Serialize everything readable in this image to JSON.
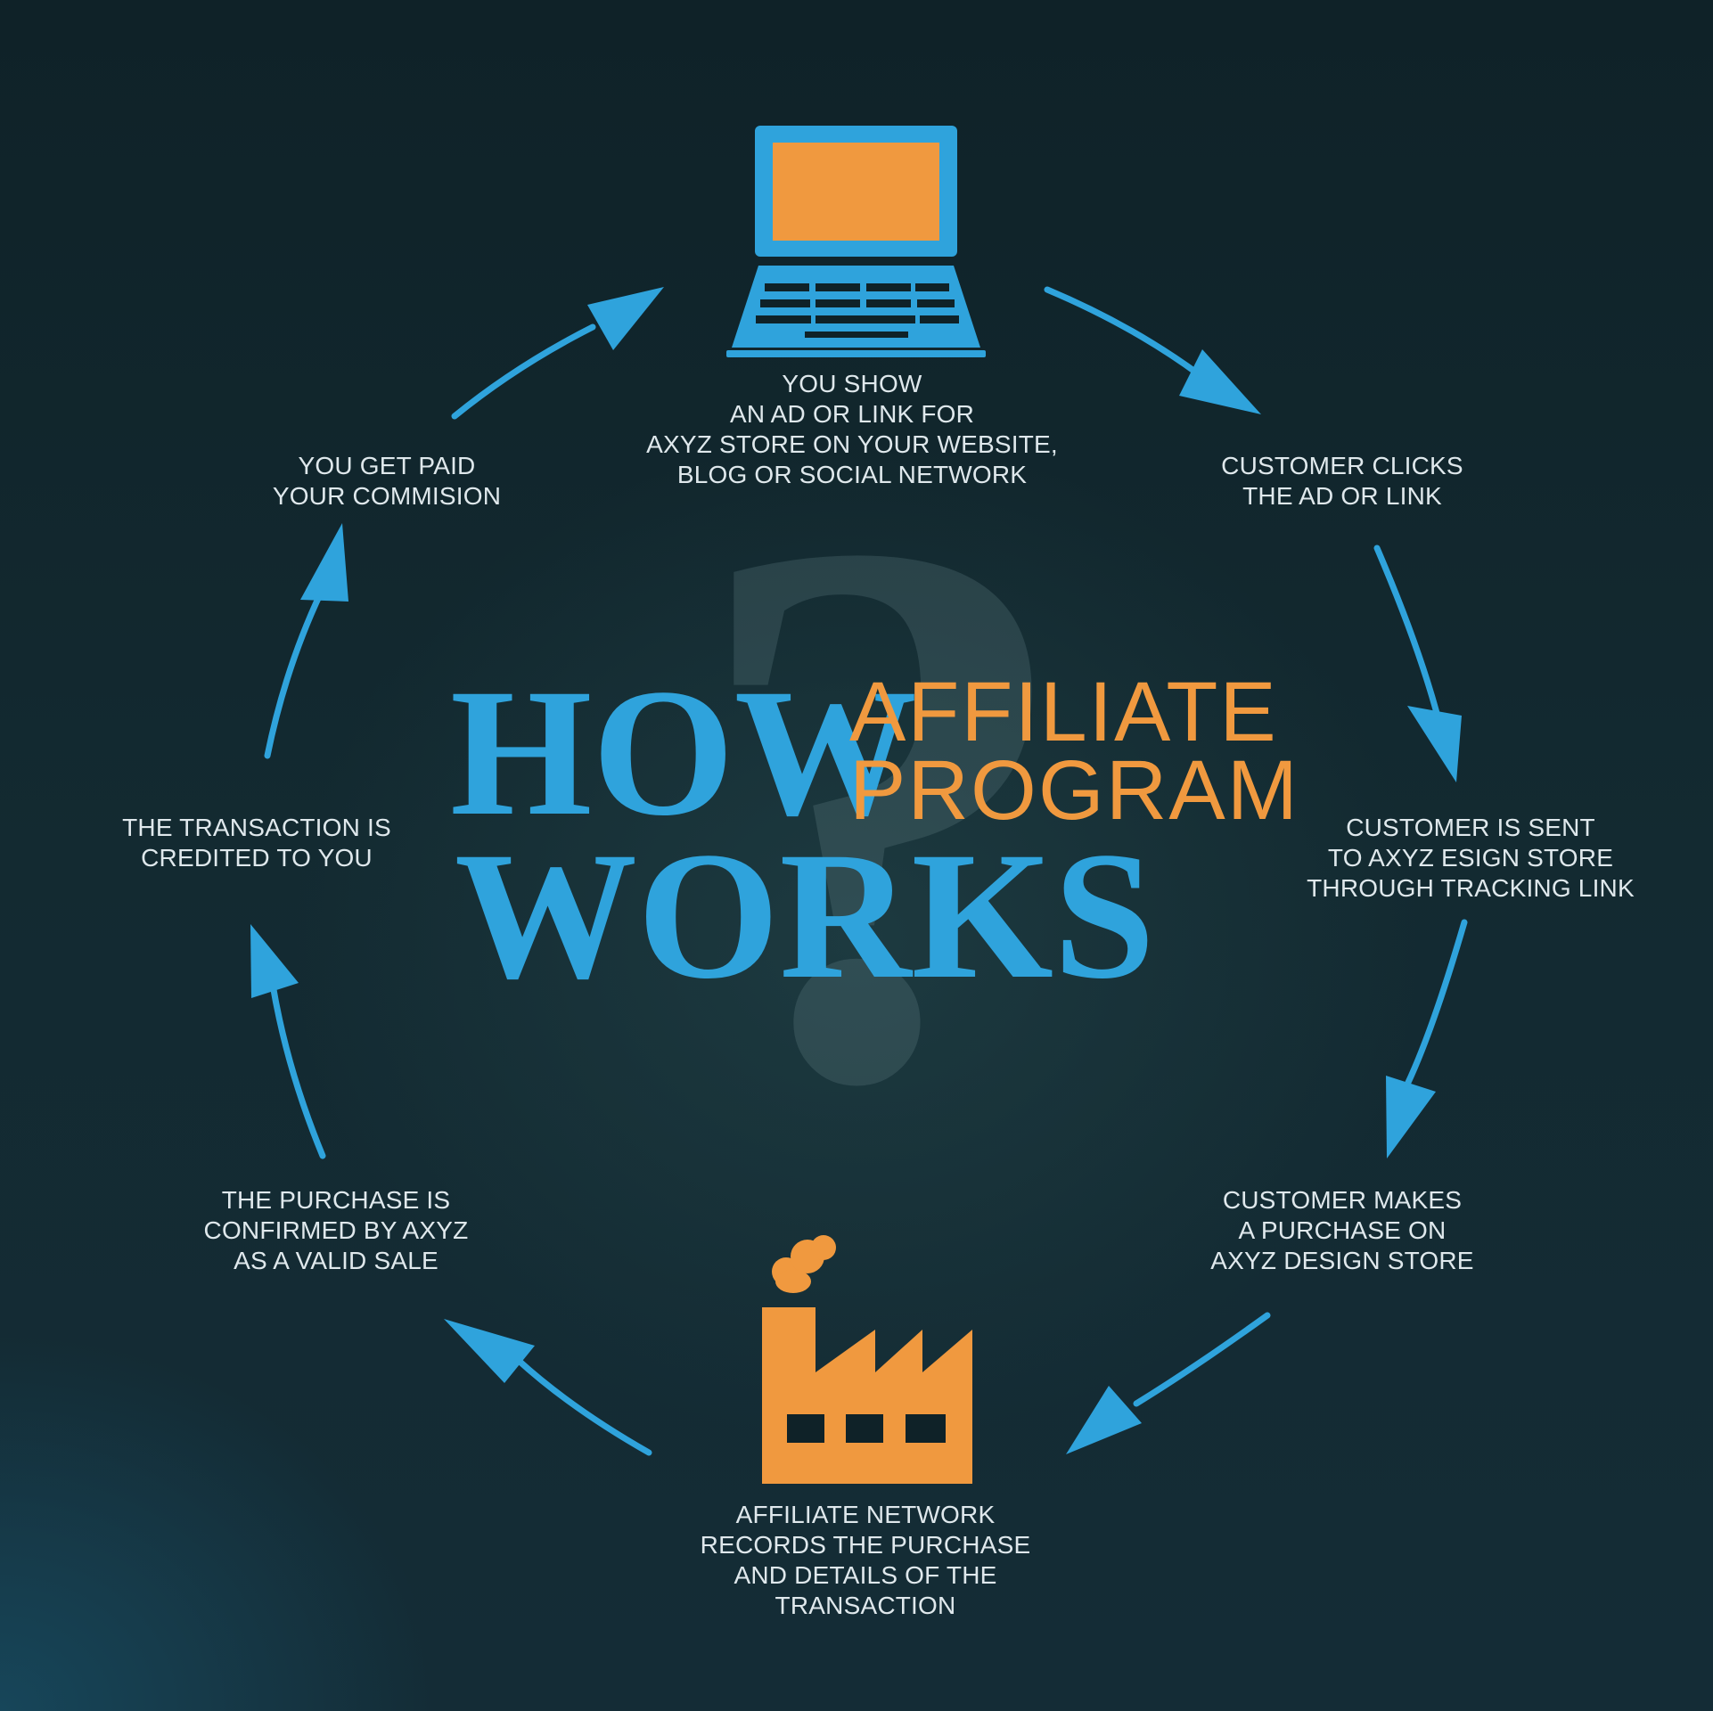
{
  "title": {
    "line1": "HOW",
    "line2": "WORKS",
    "accent1": "AFFILIATE",
    "accent2": "PROGRAM",
    "watermark": "?"
  },
  "steps": {
    "show_ad": "YOU SHOW\nAN AD OR LINK FOR\nAXYZ STORE ON YOUR WEBSITE,\nBLOG OR SOCIAL NETWORK",
    "customer_clicks": "CUSTOMER CLICKS\nTHE AD OR LINK",
    "customer_sent": "CUSTOMER IS SENT\nTO AXYZ ESIGN STORE\nTHROUGH TRACKING LINK",
    "customer_purchase": "CUSTOMER MAKES\nA PURCHASE ON\nAXYZ DESIGN STORE",
    "network_records": "AFFILIATE NETWORK\nRECORDS THE PURCHASE\nAND DETAILS OF THE\nTRANSACTION",
    "purchase_confirmed": "THE PURCHASE IS\nCONFIRMED BY AXYZ\nAS A VALID SALE",
    "transaction_credited": "THE TRANSACTION IS\nCREDITED TO YOU",
    "get_paid": "YOU GET PAID\nYOUR COMMISION"
  },
  "colors": {
    "blue": "#2fa3dc",
    "orange": "#f0993f",
    "text": "#dfe8ec"
  },
  "icons": [
    "laptop-icon",
    "factory-icon"
  ]
}
